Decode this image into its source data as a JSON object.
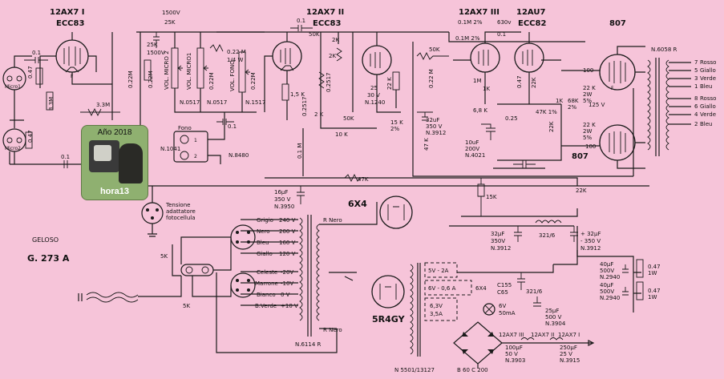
{
  "tubes": {
    "v1_type": "12AX7 I",
    "v1_euro": "ECC83",
    "v2_type": "12AX7 II",
    "v2_euro": "ECC83",
    "v3_type": "12AX7 III",
    "v3_type2": "12AU7",
    "v3_euro": "ECC82",
    "output": "807",
    "output2": "807",
    "rect": "5R4GY",
    "eye": "6X4"
  },
  "inputs": {
    "mic1": "Micro1",
    "mic2": "Micro2",
    "fono": "Fono",
    "fono_pin1": "1",
    "fono_pin2": "2"
  },
  "controls": {
    "vol_micro2": "VOL. MICRO 2",
    "vol_micro1": "VOL. MICRO1",
    "vol_fono": "VOL. FONO",
    "n0517a": "N.0517",
    "n0517b": "N.0517",
    "n1517": "N.1517",
    "n1041": "N.1041",
    "n8480": "N.8480"
  },
  "components": {
    "c01a": "0.1",
    "r047a": "0.47",
    "r33m": "3.3M",
    "r33m2": "3.3M",
    "r047b": "0.47",
    "c01b": "0.1",
    "c1500": "1500V",
    "r25k": "25K",
    "c1500b": "1500V",
    "r022m": "0.22M",
    "r022b": "0.22M",
    "r022w": "0.22 M",
    "w14": "1/4 W",
    "r022c": "0.22M",
    "r022d": "0.22M",
    "c01c": "0.1",
    "r50k": "50K",
    "c01d": "0.1",
    "r2k": "2K",
    "r2k2": "2K",
    "r15k": "1,5 K",
    "r2k5": "2 K",
    "c0251": "0.2517",
    "r0251": "0.2517",
    "r50k2": "50K",
    "r10k": "10 K",
    "c25": "25",
    "c30v": "30 V",
    "n1240": "N.1240",
    "r22k": "22 K",
    "r15k2": "15 K",
    "r2p": "2%",
    "r01m": "0.1M 2%",
    "r01m2": "0.1M 2%",
    "c630": "630v",
    "c01e": "0.1",
    "r50k3": "50K",
    "r022e": "0.22 M",
    "c32uf": "32uF",
    "c350": "350 V",
    "n3912": "N.3912",
    "r47k": "47 K",
    "r1m": "1M",
    "r1k": "1K",
    "r68k": "6,8 K",
    "c10uf": "10uF",
    "c200v": "200V",
    "n4021": "N.4021",
    "c025": "0.25",
    "r047c": "0.47",
    "r22k2": "22K",
    "r47k2": "47K 1%",
    "r1k2": "1K",
    "r68k2": "68K",
    "r2p2": "2%",
    "r125": "125 V",
    "r100": "100",
    "r22k3": "22 K",
    "r2w": "2W",
    "r5p": "5%",
    "r100b": "100",
    "r22k4": "22 K",
    "r2w2": "2W",
    "r5p2": "5%",
    "r47k3": "47K",
    "r22k5": "22K",
    "r15k3": "15K",
    "r01m3": "0.1 M",
    "c16uf": "16µF",
    "c350b": "350 V",
    "n3950": "N.3950"
  },
  "output_tx": {
    "part": "N.6058 R",
    "taps": [
      {
        "n": "7",
        "c": "Rosso"
      },
      {
        "n": "5",
        "c": "Giallo"
      },
      {
        "n": "3",
        "c": "Verde"
      },
      {
        "n": "1",
        "c": "Bleu"
      },
      {
        "n": "8",
        "c": "Rosso"
      },
      {
        "n": "6",
        "c": "Giallo"
      },
      {
        "n": "4",
        "c": "Verde"
      },
      {
        "n": "2",
        "c": "Bleu"
      }
    ]
  },
  "power": {
    "grigio": "Grigio",
    "v240": "240 V",
    "nero": "Nero",
    "v200": "200 V",
    "bleu": "Bleu",
    "v160": "160 V",
    "giallo": "Giallo",
    "v120": "120 V",
    "celeste": "Celeste",
    "vm20": "-20V",
    "marrone": "Marrone",
    "vm10": "-10V",
    "bianco": "Bianco",
    "v0": "0 V",
    "bverde": "B.Verde",
    "vp10": "+10 V",
    "rnero": "R Nero",
    "rnero2": "R Nero",
    "n6114": "N.6114 R",
    "n5501": "N 5501/13127",
    "b60c": "B 60 C 200",
    "v5_2a": "5V - 2A",
    "v6_06": "6V - 0,6 A",
    "v6x4": "6X4",
    "v63": "6,3V",
    "v35a": "3,5A",
    "v6": "6V",
    "v50ma": "50mA",
    "c155": "C155",
    "c65": "C65",
    "c321": "321/6",
    "c321b": "321/6",
    "c32uf2": "32µF",
    "c350c": "350V",
    "n3912b": "N.3912",
    "c32uf3": "+ 32µF",
    "c350d": "- 350 V",
    "n3912c": "N.3912",
    "c25uf": "25µF",
    "c500v": "500 V",
    "n3904": "N.3904",
    "c100uf": "100µF",
    "c50v": "50 V",
    "n3903": "N.3903",
    "c250uf": "250µF",
    "c25v": "25 V",
    "n3915": "N.3915",
    "c40uf": "40µF",
    "c500v2": "500V",
    "n2940": "N.2940",
    "c40uf2": "40µF",
    "c500v3": "500V",
    "n2940b": "N.2940",
    "r047d": "0.47",
    "r1w": "1W",
    "r047e": "0.47",
    "r1w2": "1W",
    "fil_a": "12AX7 III",
    "fil_b": "12AX7 II",
    "fil_c": "12AX7 I",
    "r5k": "5K",
    "r5k2": "5K",
    "tensione": "Tensione",
    "adattatore": "adattatore",
    "fotocellula": "fotocellula"
  },
  "model": {
    "brand": "GELOSO",
    "number": "G. 273 A"
  },
  "watermark": {
    "year": "Año 2018",
    "name": "hora13"
  }
}
